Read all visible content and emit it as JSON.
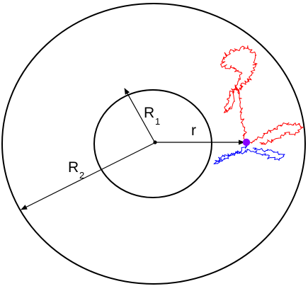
{
  "labels": {
    "inner_radius": "R",
    "inner_radius_sub": "1",
    "outer_radius": "R",
    "outer_radius_sub": "2",
    "distance": "r"
  },
  "colors": {
    "outline": "#000000",
    "walk_upper": "#ff0000",
    "walk_lower": "#0000ff",
    "particle": "#8800ff"
  }
}
